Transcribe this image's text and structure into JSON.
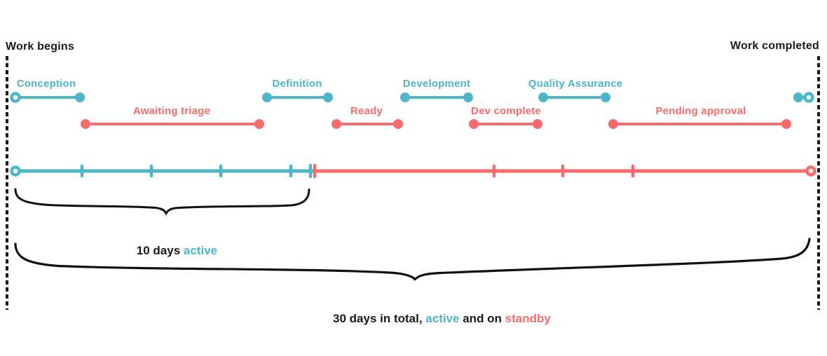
{
  "colors": {
    "active": "#4db6c9",
    "standby": "#f96b6b",
    "ink": "#1a1a1a"
  },
  "markers": {
    "start": "Work begins",
    "end": "Work completed"
  },
  "phases": [
    {
      "label": "Conception",
      "state": "active"
    },
    {
      "label": "Awaiting triage",
      "state": "standby"
    },
    {
      "label": "Definition",
      "state": "active"
    },
    {
      "label": "Ready",
      "state": "standby"
    },
    {
      "label": "Development",
      "state": "active"
    },
    {
      "label": "Dev complete",
      "state": "standby"
    },
    {
      "label": "Quality Assurance",
      "state": "active"
    },
    {
      "label": "Pending approval",
      "state": "standby"
    }
  ],
  "annotations": {
    "active": {
      "prefix": "10 days ",
      "highlight": "active"
    },
    "total": {
      "part1": "30 days in total, ",
      "active_word": "active",
      "part2": " and on ",
      "standby_word": "standby"
    }
  }
}
